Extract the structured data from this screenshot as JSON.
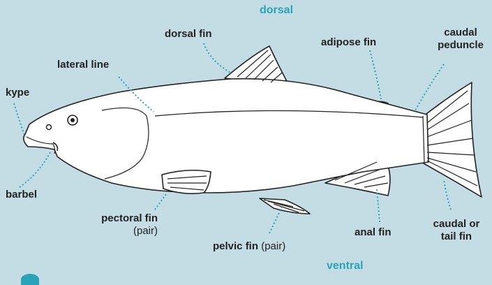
{
  "orientation": {
    "top": "dorsal",
    "bottom": "ventral"
  },
  "labels": {
    "dorsal_fin": "dorsal fin",
    "adipose_fin": "adipose fin",
    "caudal_peduncle_1": "caudal",
    "caudal_peduncle_2": "peduncle",
    "lateral_line": "lateral line",
    "kype": "kype",
    "barbel": "barbel",
    "pectoral_fin": "pectoral fin",
    "pectoral_sub": "(pair)",
    "pelvic_fin": "pelvic fin",
    "pelvic_sub": "(pair)",
    "anal_fin": "anal fin",
    "tail_1": "caudal or",
    "tail_2": "tail fin"
  },
  "colors": {
    "background": "#c4dde5",
    "accent": "#2aa3b8",
    "outline": "#222222"
  }
}
